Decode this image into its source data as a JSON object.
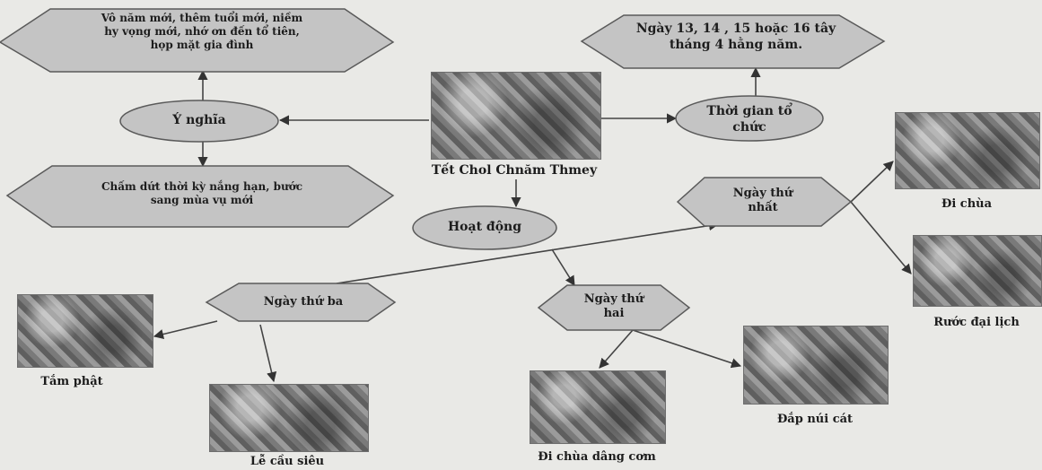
{
  "center": {
    "label": "Tết Chol Chnăm Thmey"
  },
  "meaning": {
    "label": "Ý nghĩa",
    "point_1": "Vô năm mới, thêm tuổi mới, niềm hy vọng mới, nhớ ơn đến tổ tiên, họp mặt gia đình",
    "point_2": "Chấm dứt thời kỳ nắng hạn, bước sang mùa vụ mới"
  },
  "time": {
    "label": "Thời gian tổ chức",
    "detail": "Ngày 13, 14 , 15 hoặc 16 tây tháng 4 hằng năm."
  },
  "activities": {
    "label": "Hoạt động",
    "day_1": {
      "label": "Ngày thứ nhất",
      "photos": [
        "Đi chùa",
        "Rước đại lịch"
      ]
    },
    "day_2": {
      "label": "Ngày thứ hai",
      "photos": [
        "Đi chùa dâng cơm",
        "Đắp núi cát"
      ]
    },
    "day_3": {
      "label": "Ngày thứ ba",
      "photos": [
        "Tắm phật",
        "Lễ cầu siêu"
      ]
    }
  },
  "colors": {
    "shape_fill": "#c4c4c4",
    "shape_stroke": "#5a5a5a",
    "link": "#444444",
    "background": "#e9e9e6"
  }
}
